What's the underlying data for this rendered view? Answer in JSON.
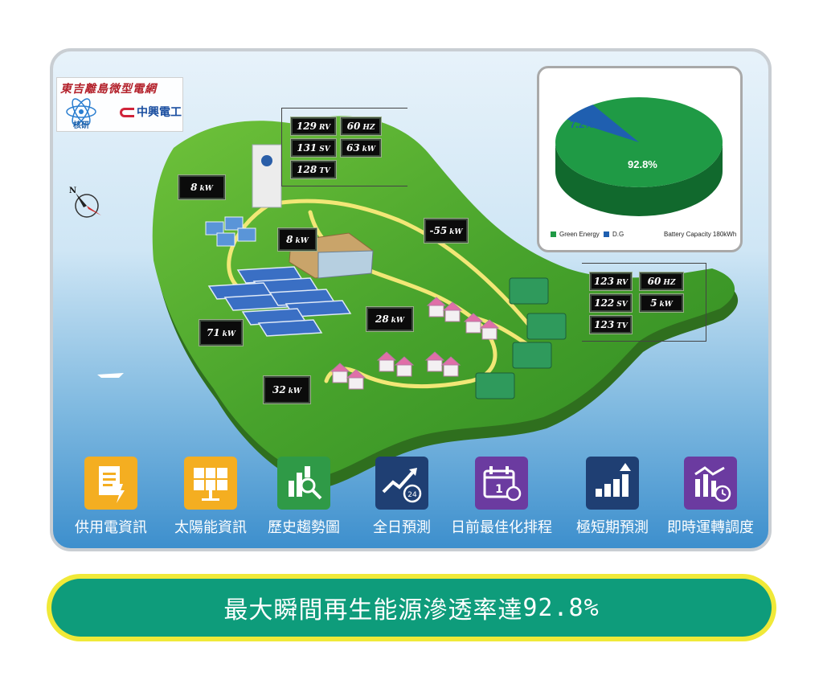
{
  "brand": {
    "title": "東吉離島微型電網",
    "org_a": "核研",
    "org_b": "中興電工"
  },
  "compass": {
    "north_label": "N"
  },
  "readouts": {
    "wind_kw": {
      "value": "8",
      "unit": "kW"
    },
    "house_kw": {
      "value": "8",
      "unit": "kW"
    },
    "battery_kw": {
      "value": "-55",
      "unit": "kW"
    },
    "village_kw": {
      "value": "28",
      "unit": "kW"
    },
    "solar_kw": {
      "value": "71",
      "unit": "kW"
    },
    "south_kw": {
      "value": "32",
      "unit": "kW"
    },
    "top_r": {
      "value": "129",
      "unit": "RV"
    },
    "top_s": {
      "value": "131",
      "unit": "SV"
    },
    "top_t": {
      "value": "128",
      "unit": "TV"
    },
    "top_hz": {
      "value": "60",
      "unit": "HZ"
    },
    "top_kw": {
      "value": "63",
      "unit": "kW"
    },
    "east_r": {
      "value": "123",
      "unit": "RV"
    },
    "east_s": {
      "value": "122",
      "unit": "SV"
    },
    "east_t": {
      "value": "123",
      "unit": "TV"
    },
    "east_hz": {
      "value": "60",
      "unit": "HZ"
    },
    "east_kw": {
      "value": "5",
      "unit": "kW"
    }
  },
  "pie": {
    "green_label": "92.8%",
    "dg_label": "7.2%",
    "legend_green": "Green Energy",
    "legend_dg": "D.G",
    "battery_capacity": "Battery Capacity 180kWh",
    "colors": {
      "green": "#1f9a45",
      "green_dark": "#11692d",
      "dg": "#1f5fb0"
    }
  },
  "chart_data": {
    "type": "pie",
    "categories": [
      "Green Energy",
      "D.G"
    ],
    "values": [
      92.8,
      7.2
    ]
  },
  "nav": [
    {
      "label": "供用電資訊",
      "icon": "document-power-icon",
      "color": "#f4ae21"
    },
    {
      "label": "太陽能資訊",
      "icon": "solar-panel-icon",
      "color": "#f4ae21"
    },
    {
      "label": "歷史趨勢圖",
      "icon": "bar-chart-magnifier-icon",
      "color": "#2f9a47"
    },
    {
      "label": "全日預測",
      "icon": "trend-24h-icon",
      "color": "#1f3f73"
    },
    {
      "label": "日前最佳化排程",
      "icon": "calendar-schedule-icon",
      "color": "#6b3ba0"
    },
    {
      "label": "極短期預測",
      "icon": "bar-growth-arrow-icon",
      "color": "#1f3f73"
    },
    {
      "label": "即時運轉調度",
      "icon": "chart-clock-icon",
      "color": "#6b3ba0"
    }
  ],
  "banner": {
    "text": "最大瞬間再生能源滲透率達",
    "value": "92.8%"
  }
}
